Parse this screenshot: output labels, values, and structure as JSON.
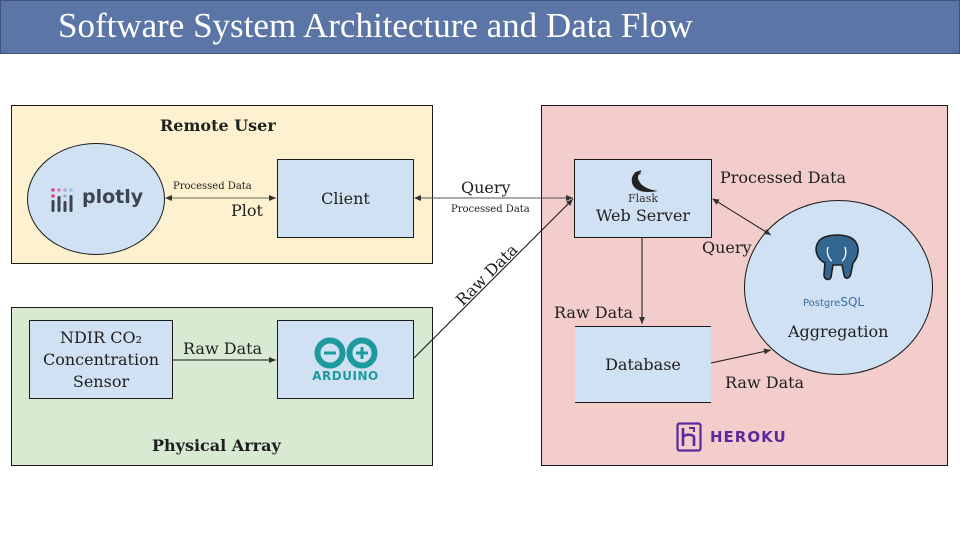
{
  "title": "Software System Architecture and Data Flow",
  "groups": {
    "remote_user": {
      "label": "Remote User",
      "color": "#fdf1cf"
    },
    "physical_array": {
      "label": "Physical Array",
      "color": "#d9ead3"
    },
    "heroku": {
      "label": "HEROKU",
      "color": "#f3cccc"
    }
  },
  "nodes": {
    "plotly": {
      "logo_text": "plotly"
    },
    "client": {
      "label": "Client"
    },
    "sensor": {
      "line1": "NDIR CO₂",
      "line2": "Concentration",
      "line3": "Sensor"
    },
    "arduino": {
      "logo_text": "ARDUINO"
    },
    "web_server": {
      "logo_text": "Flask",
      "label": "Web Server"
    },
    "database": {
      "label": "Database"
    },
    "aggregation": {
      "logo_text_a": "Postgre",
      "logo_text_b": "SQL",
      "label": "Aggregation"
    }
  },
  "edges": {
    "plotly_client_small": "Processed Data",
    "plotly_client": "Plot",
    "client_server_query": "Query",
    "client_server_processed": "Processed Data",
    "arduino_server": "Raw Data",
    "sensor_arduino": "Raw Data",
    "server_db": "Raw Data",
    "server_agg_processed": "Processed Data",
    "server_agg_query": "Query",
    "db_agg": "Raw Data"
  },
  "colors": {
    "title_bar": "#5b76a6",
    "node_fill": "#cfe1f2",
    "arduino_teal": "#1d9a9e",
    "heroku_purple": "#5a2a9c",
    "postgres_blue": "#336791"
  }
}
